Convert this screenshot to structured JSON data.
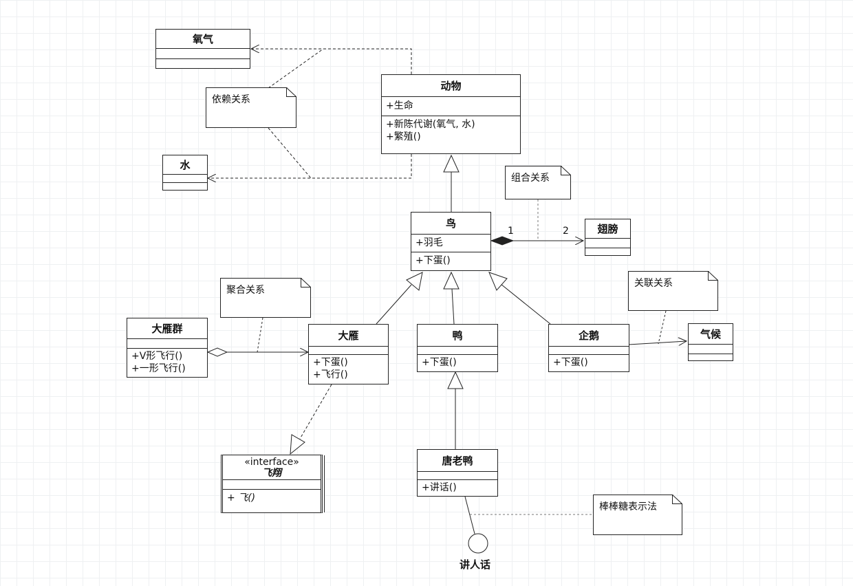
{
  "classes": {
    "oxygen": {
      "name": "氧气"
    },
    "water": {
      "name": "水"
    },
    "animal": {
      "name": "动物",
      "attributes": [
        "+生命"
      ],
      "operations": [
        "+新陈代谢(氧气, 水)",
        "+繁殖()"
      ]
    },
    "bird": {
      "name": "鸟",
      "attributes": [
        "+羽毛"
      ],
      "operations": [
        "+下蛋()"
      ]
    },
    "wing": {
      "name": "翅膀"
    },
    "goose_flock": {
      "name": "大雁群",
      "operations": [
        "+V形飞行()",
        "+一形飞行()"
      ]
    },
    "goose": {
      "name": "大雁",
      "operations": [
        "+下蛋()",
        "+飞行()"
      ]
    },
    "duck": {
      "name": "鸭",
      "operations": [
        "+下蛋()"
      ]
    },
    "penguin": {
      "name": "企鹅",
      "operations": [
        "+下蛋()"
      ]
    },
    "climate": {
      "name": "气候"
    },
    "donald_duck": {
      "name": "唐老鸭",
      "operations": [
        "+讲话()"
      ]
    },
    "fly_interface": {
      "stereotype": "«interface»",
      "name": "飞翔",
      "operations": [
        "+ 飞()"
      ]
    }
  },
  "notes": {
    "dependency": "依赖关系",
    "composition": "组合关系",
    "aggregation": "聚合关系",
    "association": "关联关系",
    "lollipop": "棒棒糖表示法"
  },
  "multiplicity": {
    "bird_end": "1",
    "wing_end": "2"
  },
  "lollipop_interface": "讲人话"
}
